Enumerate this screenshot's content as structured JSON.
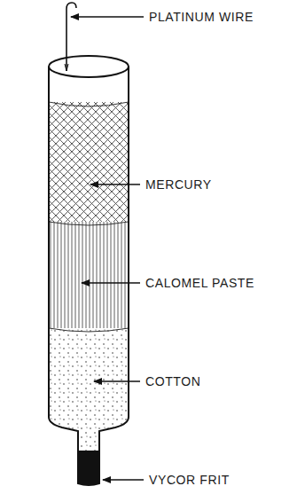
{
  "diagram": {
    "labels": [
      "PLATINUM WIRE",
      "MERCURY",
      "CALOMEL PASTE",
      "COTTON",
      "VYCOR FRIT"
    ]
  }
}
